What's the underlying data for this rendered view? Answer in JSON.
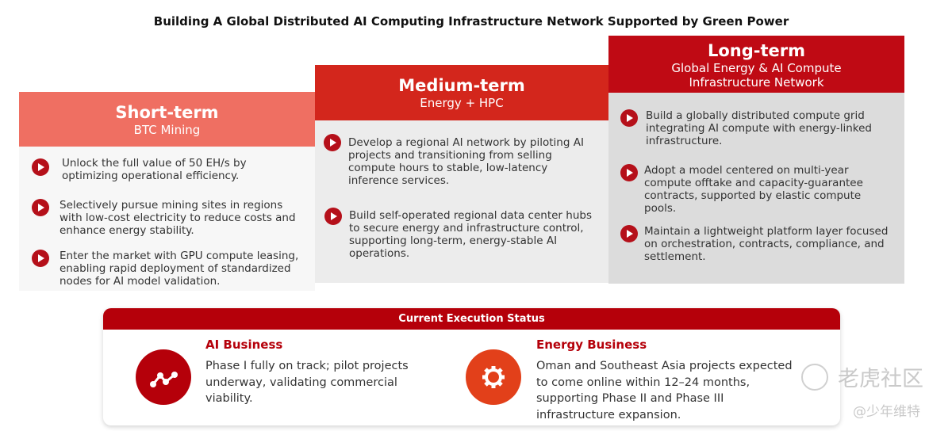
{
  "title": "Building A Global Distributed AI Computing Infrastructure Network Supported by Green Power",
  "colors": {
    "short": "#ef6f62",
    "medium": "#d3261c",
    "long": "#bf0a14",
    "accent": "#b5000a",
    "energy": "#e2401a"
  },
  "phases": [
    {
      "heading": "Short-term",
      "sub": "BTC Mining",
      "items": [
        "Unlock the full value of 50 EH/s by optimizing operational efficiency.",
        "Selectively pursue mining sites in regions with low-cost electricity to reduce costs and enhance energy stability.",
        "Enter the market with GPU compute leasing, enabling rapid deployment of standardized nodes for AI model validation."
      ]
    },
    {
      "heading": "Medium-term",
      "sub": "Energy + HPC",
      "items": [
        "Develop a regional AI network by piloting AI projects and transitioning from selling compute hours to stable, low-latency inference services.",
        "Build self-operated regional data center hubs to secure energy and infrastructure control, supporting long-term, energy-stable AI operations."
      ]
    },
    {
      "heading": "Long-term",
      "sub": "Global Energy & AI Compute Infrastructure Network",
      "items": [
        "Build a globally distributed compute grid integrating AI compute with energy-linked infrastructure.",
        "Adopt a model centered on multi-year compute offtake and capacity-guarantee contracts, supported by elastic compute pools.",
        "Maintain a lightweight platform layer focused on orchestration, contracts, compliance, and settlement."
      ]
    }
  ],
  "status": {
    "title": "Current Execution Status",
    "ai": {
      "title": "AI Business",
      "text": "Phase I fully on track; pilot projects underway, validating commercial viability."
    },
    "energy": {
      "title": "Energy Business",
      "text": "Oman and Southeast Asia projects expected to come online within 12–24 months, supporting Phase II and Phase III infrastructure expansion."
    }
  },
  "watermark": {
    "brand": "老虎社区",
    "user": "@少年维特"
  }
}
